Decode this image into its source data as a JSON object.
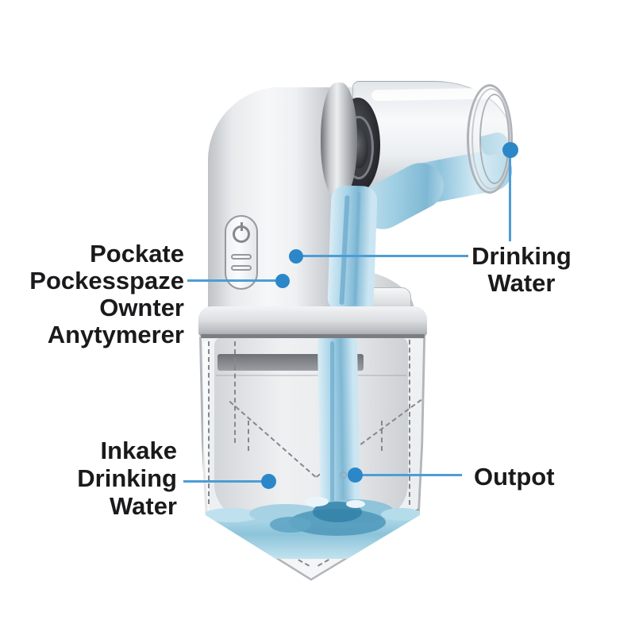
{
  "background_color": "#ffffff",
  "annotations": {
    "pocket": {
      "lines": [
        "Pockate",
        "Pockesspaze",
        "Ownter",
        "Anytymerer"
      ]
    },
    "drinking": {
      "lines": [
        "Drinking",
        "Water"
      ]
    },
    "intake": {
      "lines": [
        "Inkake",
        "Drinking",
        "Water"
      ]
    },
    "output": {
      "lines": [
        "Outpot"
      ]
    }
  },
  "colors": {
    "leader_line": "#4d9dd6",
    "leader_dot": "#2b87c8",
    "label_text": "#1a1a1c",
    "body_silver": "#e8eaec",
    "water_light": "#cde8f3",
    "water_mid": "#8fc4dd",
    "water_deep": "#2f7fa6"
  },
  "icons": {
    "power_button": "power"
  }
}
